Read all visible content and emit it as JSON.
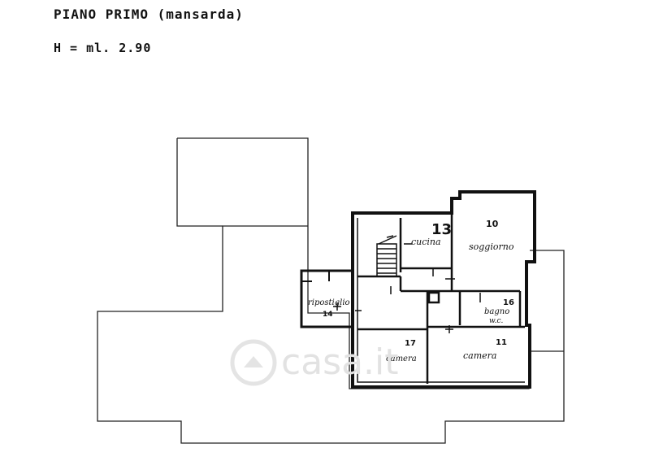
{
  "header": {
    "title": "PIANO PRIMO (mansarda)",
    "height_label": "H = ml. 2.90"
  },
  "rooms": {
    "cucina": {
      "name": "cucina",
      "number": "13"
    },
    "soggiorno": {
      "name": "soggiorno",
      "number": "10"
    },
    "ripostiglio": {
      "name": "ripostiglio",
      "number": "14"
    },
    "bagno": {
      "name": "bagno",
      "sub": "w.c.",
      "number": "16"
    },
    "camera_left": {
      "name": "camera",
      "number": "17"
    },
    "camera_right": {
      "name": "camera",
      "number": "11"
    }
  },
  "watermark": "casa.it"
}
